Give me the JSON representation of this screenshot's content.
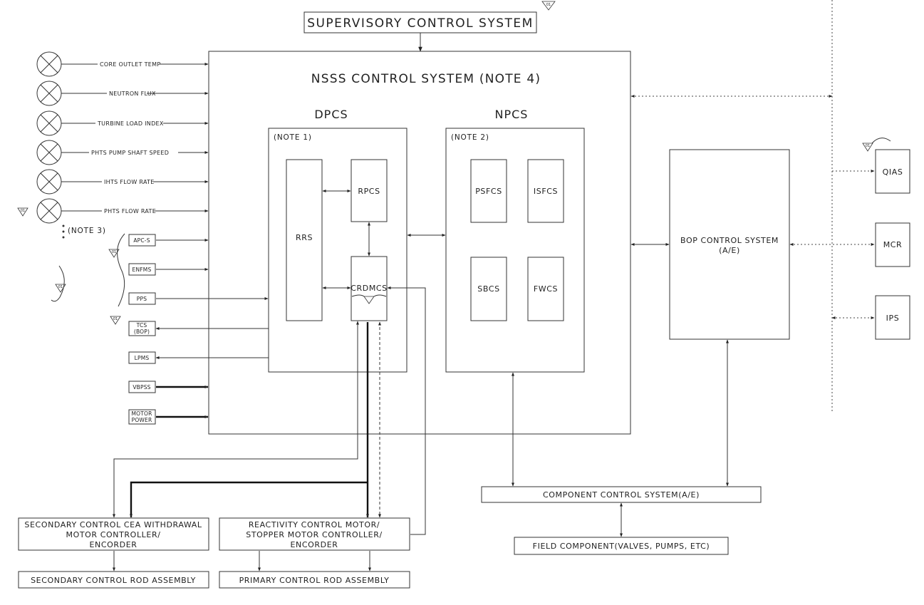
{
  "title": "SUPERVISORY CONTROL SYSTEM",
  "nsss": "NSSS CONTROL SYSTEM (NOTE 4)",
  "dpcs": "DPCS",
  "npcs": "NPCS",
  "note1": "(NOTE 1)",
  "note2": "(NOTE 2)",
  "note3": "(NOTE 3)",
  "rrs": "RRS",
  "rpcs": "RPCS",
  "crdmcs": "CRDMCS",
  "psfcs": "PSFCS",
  "isfcs": "ISFCS",
  "sbcs": "SBCS",
  "fwcs": "FWCS",
  "bop_line1": "BOP CONTROL SYSTEM",
  "bop_line2": "(A/E)",
  "qias": "QIAS",
  "mcr": "MCR",
  "ips": "IPS",
  "sensors": [
    "CORE OUTLET TEMP",
    "NEUTRON FLUX",
    "TURBINE LOAD INDEX",
    "PHTS PUMP SHAFT SPEED",
    "IHTS FLOW RATE",
    "PHTS FLOW RATE"
  ],
  "side_boxes": {
    "apcs": "APC-S",
    "enfms": "ENFMS",
    "pps": "PPS",
    "tcs1": "TCS",
    "tcs2": "(BOP)",
    "lpms": "LPMS",
    "vbpss": "VBPSS",
    "motor1": "MOTOR",
    "motor2": "POWER"
  },
  "secondary_ctrl": [
    "SECONDARY CONTROL CEA WITHDRAWAL",
    "MOTOR CONTROLLER/",
    "ENCORDER"
  ],
  "reactivity_ctrl": [
    "REACTIVITY CONTROL MOTOR/",
    "STOPPER MOTOR CONTROLLER/",
    "ENCORDER"
  ],
  "secondary_rod": "SECONDARY CONTROL ROD ASSEMBLY",
  "primary_rod": "PRIMARY CONTROL ROD ASSEMBLY",
  "component_ctrl": "COMPONENT CONTROL SYSTEM(A/E)",
  "field_component": "FIELD COMPONENT(VALVES, PUMPS, ETC)",
  "rev_mark": "01"
}
